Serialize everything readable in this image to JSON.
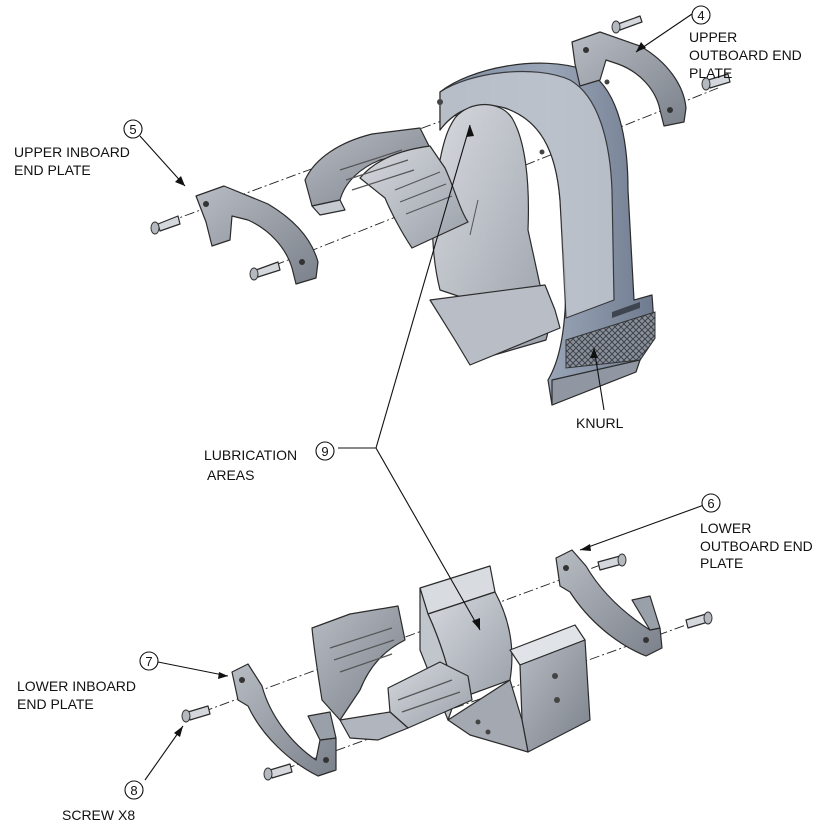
{
  "callouts": [
    {
      "id": "c4",
      "number": "4",
      "label_lines": [
        "UPPER",
        "OUTBOARD END",
        "PLATE"
      ]
    },
    {
      "id": "c5",
      "number": "5",
      "label_lines": [
        "UPPER INBOARD",
        "END PLATE"
      ]
    },
    {
      "id": "c6",
      "number": "6",
      "label_lines": [
        "LOWER",
        "OUTBOARD END",
        "PLATE"
      ]
    },
    {
      "id": "c7",
      "number": "7",
      "label_lines": [
        "LOWER INBOARD",
        "END PLATE"
      ]
    },
    {
      "id": "c8",
      "number": "8",
      "label_lines": [
        "SCREW X8"
      ]
    },
    {
      "id": "c9",
      "number": "9",
      "label_lines": [
        "LUBRICATION",
        "AREAS"
      ]
    }
  ],
  "knurl_label": "KNURL",
  "colors": {
    "part_light": "#c9ccd2",
    "part_mid": "#a3a8b1",
    "part_dark": "#7d838d",
    "housing_blue": "#8e9aad",
    "housing_dark": "#6c778a",
    "knurl": "#4a4f58"
  }
}
